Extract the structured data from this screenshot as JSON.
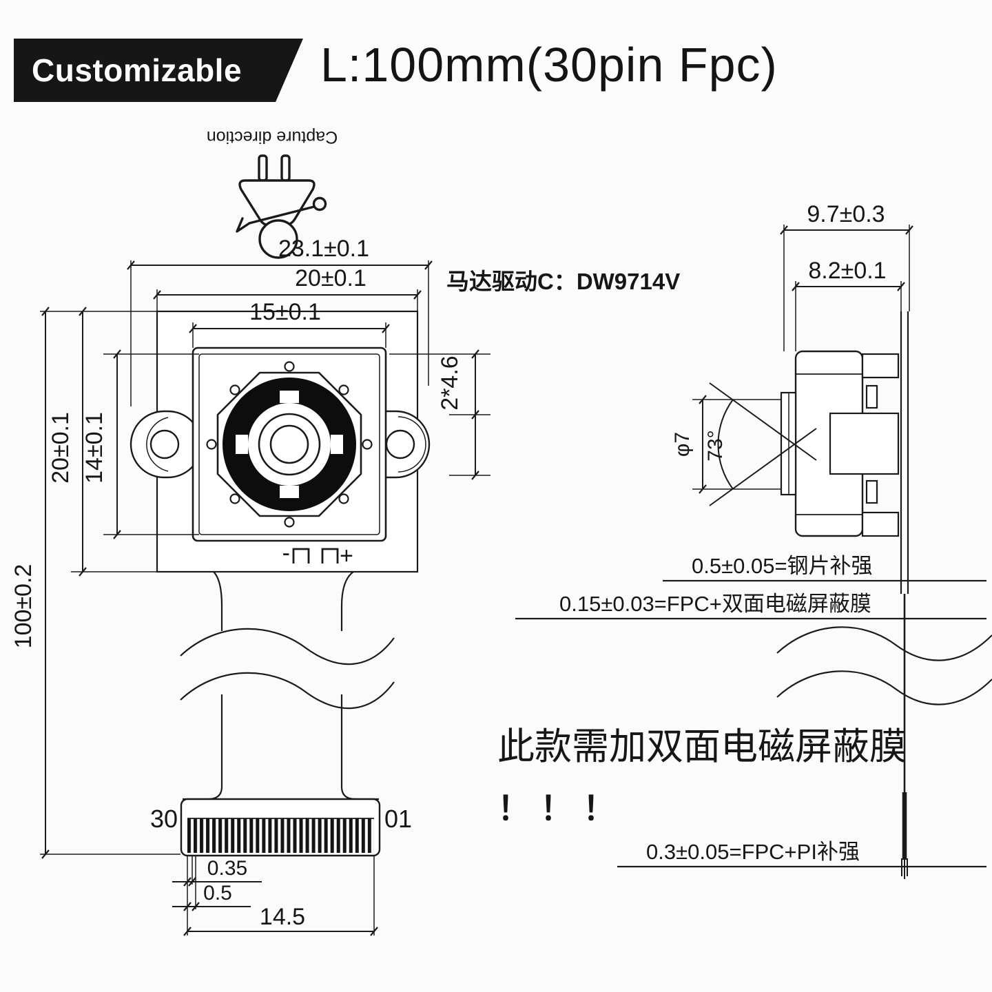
{
  "header": {
    "badge": "Customizable",
    "title": "L:100mm(30pin Fpc)"
  },
  "front_view": {
    "capture_direction": "Capture direction",
    "motor_note": "马达驱动C：DW9714V",
    "dim_width_total": "23.1±0.1",
    "dim_width_pcb": "20±0.1",
    "dim_width_holder": "15±0.1",
    "dim_height_pcb": "20±0.1",
    "dim_height_holder": "14±0.1",
    "dim_fpc_length": "100±0.2",
    "dim_ear_offset": "2*4.6",
    "polarity_minus": "-",
    "polarity_plus": "+",
    "pin_first": "30",
    "pin_last": "01",
    "dim_pin_width": "0.35",
    "dim_pin_pitch": "0.5",
    "dim_connector_width": "14.5"
  },
  "side_view": {
    "dim_depth_total": "9.7±0.3",
    "dim_depth_module": "8.2±0.1",
    "dim_lens_diameter": "φ7",
    "dim_fov_angle": "73°",
    "leader_steel": "0.5±0.05=钢片补强",
    "leader_shield": "0.15±0.03=FPC+双面电磁屏蔽膜",
    "leader_pi": "0.3±0.05=FPC+PI补强"
  },
  "note": {
    "line1": "此款需加双面电磁屏蔽膜",
    "line2": "！！！"
  },
  "colors": {
    "ink": "#1a1a1a",
    "lens_ring": "#0d0d0d",
    "banner_bg": "#161616",
    "background": "#fbfbfb"
  }
}
